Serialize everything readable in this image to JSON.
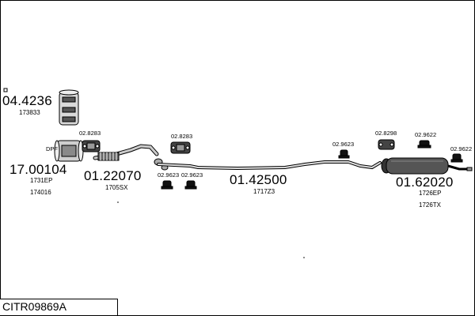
{
  "diagram": {
    "part_numbers": {
      "p04_4236": "04.4236",
      "p17_00104": "17.00104",
      "p01_22070": "01.22070",
      "p01_42500": "01.42500",
      "p01_62020": "01.62020"
    },
    "refs": {
      "r173833": "173833",
      "r1731ep": "1731EP",
      "r174016": "174016",
      "r1705sx": "1705SX",
      "r1717z3": "1717Z3",
      "r1726ep": "1726EP",
      "r1726tx": "1726TX"
    },
    "small_labels": {
      "dpf": "DPF",
      "s028283_a": "02.8283",
      "s028283_b": "02.8283",
      "s029623_a": "02.9623",
      "s029623_b": "02.9623",
      "s029623_c": "02.9623",
      "s028298": "02.8298",
      "s029622_a": "02.9622",
      "s029622_b": "02.9622"
    },
    "diagram_code": "CITR09869A"
  }
}
